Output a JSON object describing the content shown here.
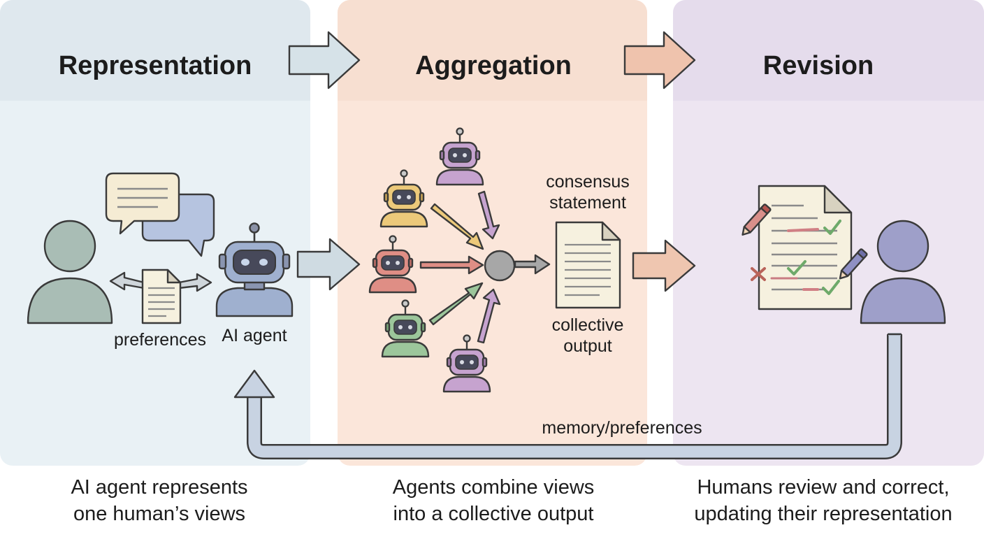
{
  "stages": [
    {
      "title": "Representation",
      "caption_lines": [
        "AI agent represents",
        "one human’s views"
      ],
      "bg": "#e9f1f5",
      "header_bg": "#dfe8ee"
    },
    {
      "title": "Aggregation",
      "caption_lines": [
        "Agents combine views",
        "into a collective output"
      ],
      "bg": "#fbe6da",
      "header_bg": "#f7dfd1"
    },
    {
      "title": "Revision",
      "caption_lines": [
        "Humans review and correct,",
        "updating their representation"
      ],
      "bg": "#ede5f1",
      "header_bg": "#e5dcec"
    }
  ],
  "labels": {
    "preferences": "preferences",
    "ai_agent": "AI agent",
    "consensus_line1": "consensus",
    "consensus_line2": "statement",
    "collective_line1": "collective",
    "collective_line2": "output",
    "feedback": "memory/preferences"
  },
  "icons": {
    "human_left": "person-icon",
    "speech_bubbles": "speech-bubbles-icon",
    "preferences_doc": "document-icon",
    "ai_agent": "robot-icon",
    "agents": "robot-icon",
    "aggregator": "merge-node-icon",
    "consensus_doc": "document-icon",
    "revision_doc": "reviewed-document-icon",
    "pencil": "pencil-icon",
    "human_right": "person-icon",
    "flow_arrow": "arrow-right-icon",
    "feedback_arrow": "feedback-loop-arrow-icon"
  },
  "colors": {
    "human_left": "#a9bdb5",
    "human_right": "#9e9fc9",
    "ai_agent": "#9fb0cf",
    "robot_yellow": "#ecc97a",
    "robot_red": "#df8e85",
    "robot_green": "#9cc69b",
    "robot_purple": "#c6a3cf",
    "arrow_blue": "#cfdbe2",
    "arrow_peach": "#efc6b0",
    "feedback": "#c8d3e2",
    "paper": "#f6f1df",
    "check": "#6eaa6a",
    "cross": "#b9635a"
  }
}
